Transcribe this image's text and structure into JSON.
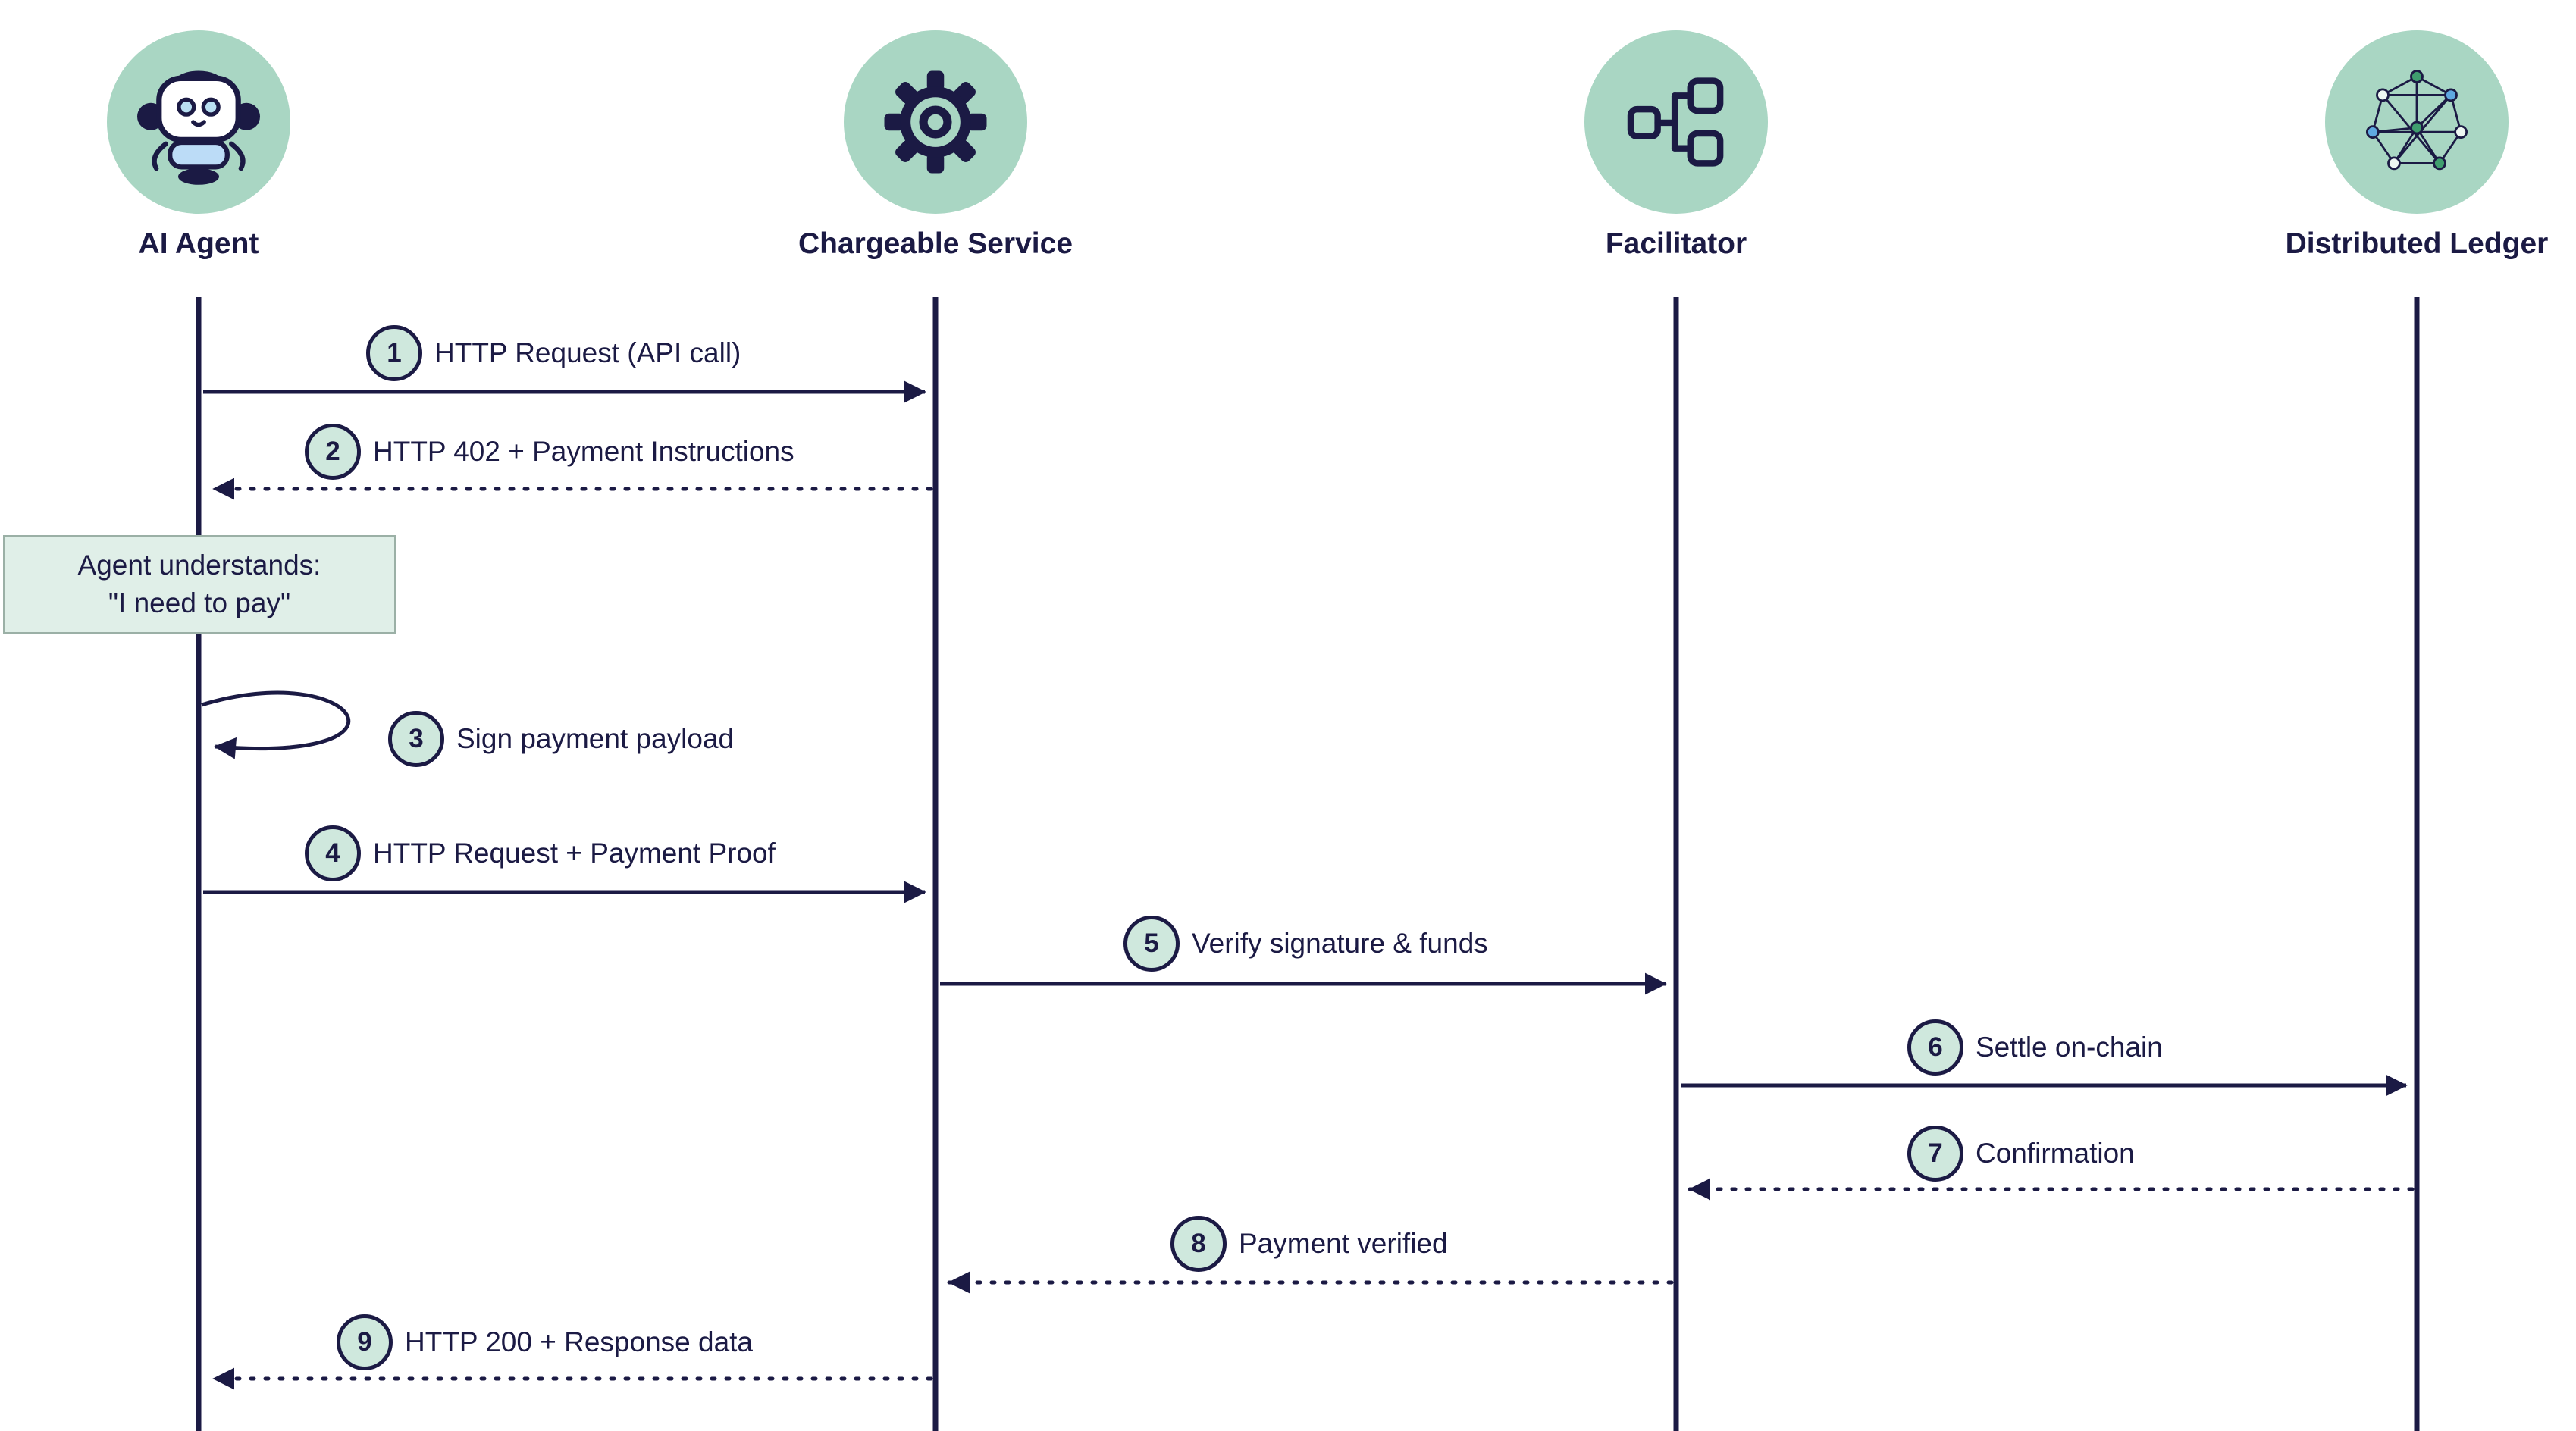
{
  "colors": {
    "navy": "#1b1a44",
    "mint": "#a9d6c3",
    "badge": "#cfe8dd",
    "note_fill": "#e0efe8",
    "note_border": "#9bb0a6",
    "node_green": "#3f9e6e",
    "node_blue": "#5fa8e0"
  },
  "actors": [
    {
      "name": "AI Agent",
      "icon": "robot-icon"
    },
    {
      "name": "Chargeable Service",
      "icon": "gear-icon"
    },
    {
      "name": "Facilitator",
      "icon": "hierarchy-icon"
    },
    {
      "name": "Distributed Ledger",
      "icon": "network-icon"
    }
  ],
  "note": {
    "line1": "Agent understands:",
    "line2": "\"I need to pay\""
  },
  "messages": [
    {
      "num": "1",
      "label": "HTTP Request (API call)",
      "from": "AI Agent",
      "to": "Chargeable Service",
      "line": "solid"
    },
    {
      "num": "2",
      "label": "HTTP 402 + Payment Instructions",
      "from": "Chargeable Service",
      "to": "AI Agent",
      "line": "dashed"
    },
    {
      "num": "3",
      "label": "Sign payment payload",
      "from": "AI Agent",
      "to": "AI Agent",
      "line": "self"
    },
    {
      "num": "4",
      "label": "HTTP Request + Payment Proof",
      "from": "AI Agent",
      "to": "Chargeable Service",
      "line": "solid"
    },
    {
      "num": "5",
      "label": "Verify signature & funds",
      "from": "Chargeable Service",
      "to": "Facilitator",
      "line": "solid"
    },
    {
      "num": "6",
      "label": "Settle on-chain",
      "from": "Facilitator",
      "to": "Distributed Ledger",
      "line": "solid"
    },
    {
      "num": "7",
      "label": "Confirmation",
      "from": "Distributed Ledger",
      "to": "Facilitator",
      "line": "dashed"
    },
    {
      "num": "8",
      "label": "Payment verified",
      "from": "Facilitator",
      "to": "Chargeable Service",
      "line": "dashed"
    },
    {
      "num": "9",
      "label": "HTTP 200 + Response data",
      "from": "Chargeable Service",
      "to": "AI Agent",
      "line": "dashed"
    }
  ]
}
